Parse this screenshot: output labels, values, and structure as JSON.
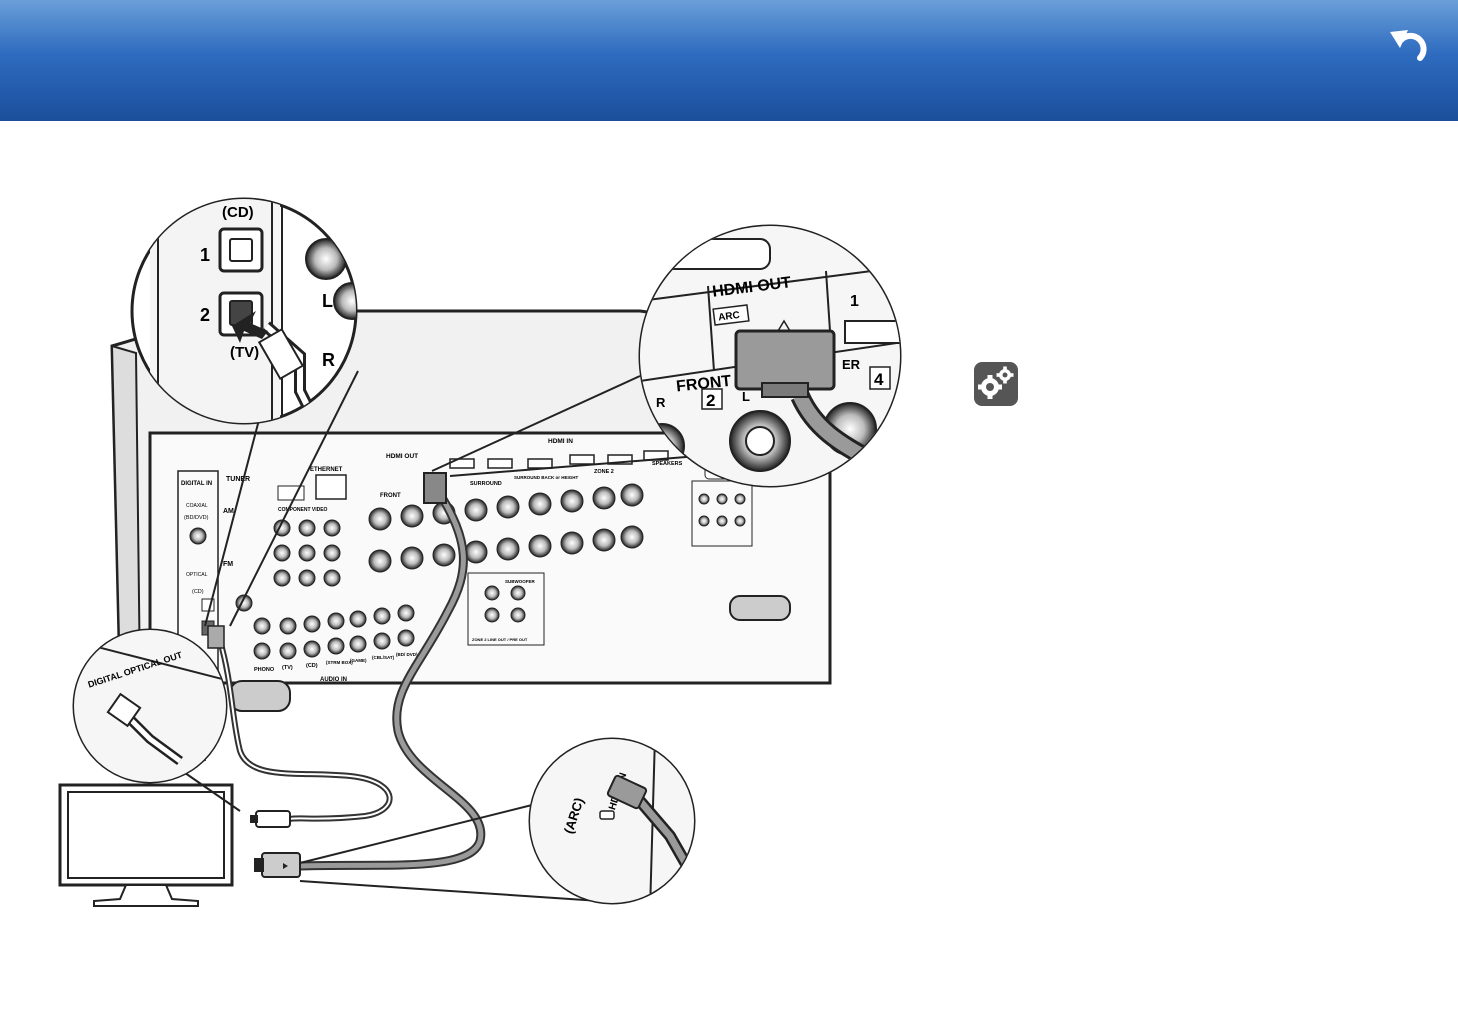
{
  "header": {
    "back_icon": "back-arrow-icon"
  },
  "settings_icon": "gear-icon",
  "labels": {
    "cd": "(CD)",
    "tv": "(TV)",
    "jack_1": "1",
    "jack_2": "2",
    "left": "L",
    "right": "R",
    "hdmi_out": "HDMI OUT",
    "arc": "ARC",
    "hdmi_1": "1",
    "front": "FRONT",
    "front_r": "R",
    "front_2": "2",
    "front_l": "L",
    "height_4": "4",
    "er": "ER",
    "digital_optical_out": "DIGITAL OPTICAL OUT",
    "tv_hdmi_in": "HDMI IN",
    "tv_arc": "(ARC)"
  },
  "receiver_labels": {
    "digital_in": "DIGITAL IN",
    "coaxial": "COAXIAL",
    "bd_dvd": "(BD/DVD)",
    "optical": "OPTICAL",
    "cd_small": "(CD)",
    "tuner": "TUNER",
    "am": "AM",
    "fm": "FM",
    "ethernet": "ETHERNET",
    "component_video": "COMPONENT VIDEO",
    "hdmi_out_small": "HDMI OUT",
    "hdmi_in_small": "HDMI IN",
    "speakers": "SPEAKERS",
    "front_small": "FRONT",
    "surround": "SURROUND",
    "surround_back": "SURROUND BACK or HEIGHT",
    "zone2": "ZONE 2",
    "subwoofer": "SUBWOOFER",
    "phono": "PHONO",
    "tv_small": "(TV)",
    "cd_a": "(CD)",
    "strm_box": "(STRM BOX)",
    "game": "(GAME)",
    "cbl_sat": "(CBL/SAT)",
    "bd_dvd_b": "(BD/ DVD)",
    "audio_in": "AUDIO IN",
    "pre_out": "ZONE 2 LINE OUT / PRE OUT"
  }
}
